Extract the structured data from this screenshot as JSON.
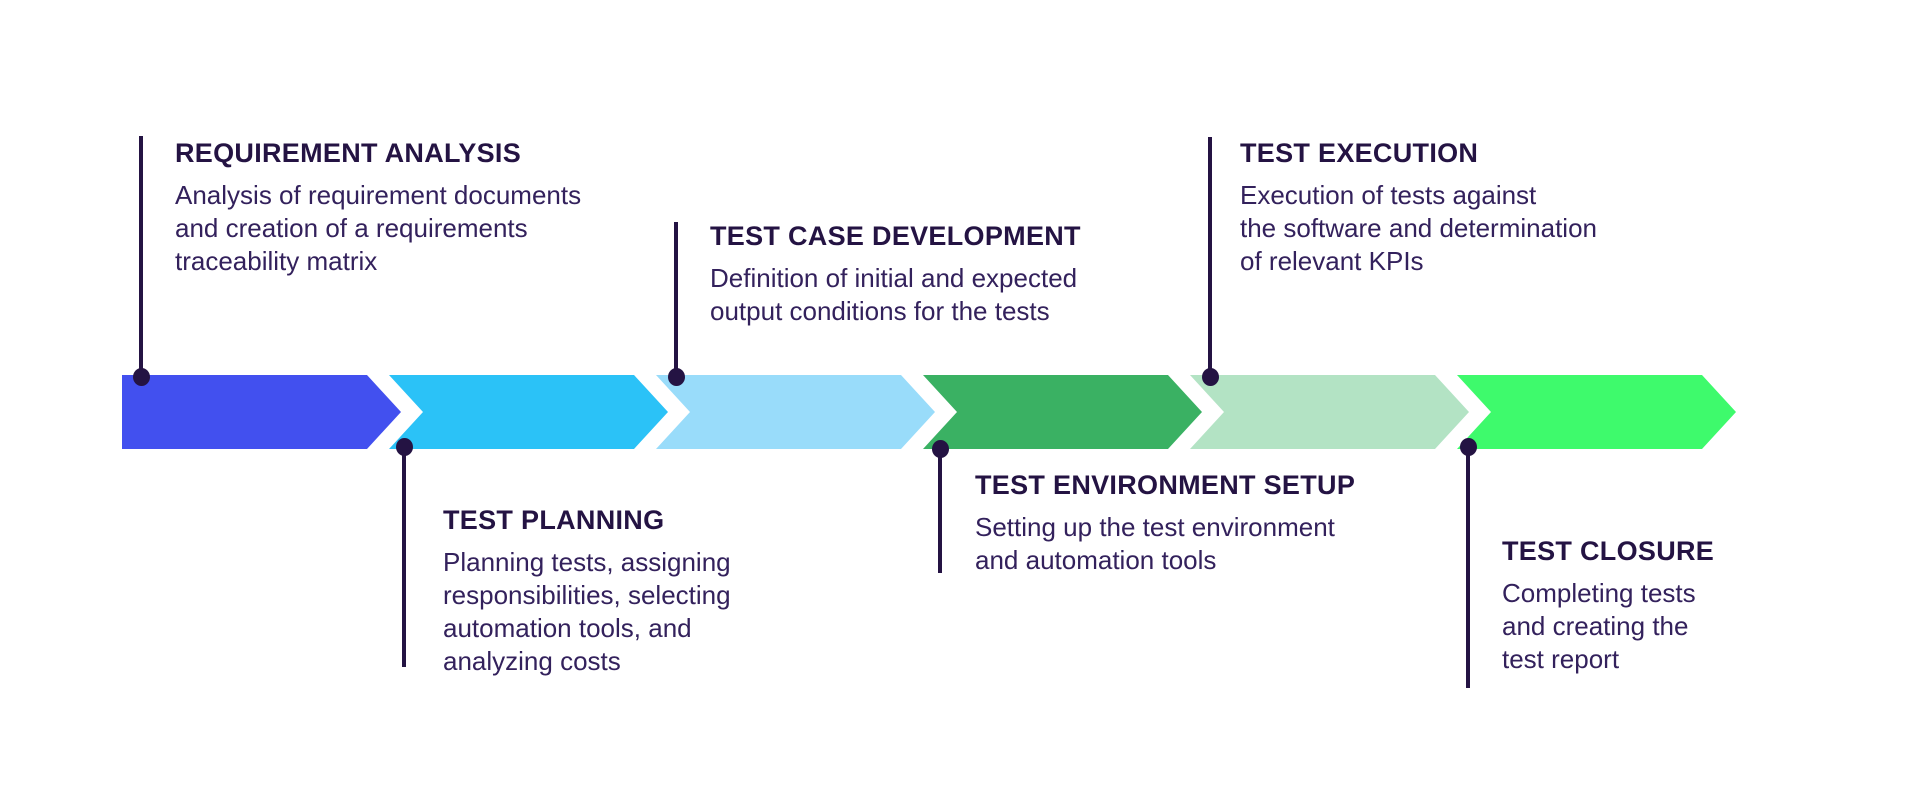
{
  "diagram": {
    "name": "Software Testing Life Cycle process arrows",
    "background_color": "#ffffff",
    "title_color": "#241343",
    "description_color": "#33215c",
    "connector_color": "#241343",
    "phases": [
      {
        "title": "REQUIREMENT ANALYSIS",
        "description": "Analysis of requirement documents\nand creation of a requirements\ntraceability matrix",
        "color": "#4250ef",
        "label_position": "top"
      },
      {
        "title": "TEST PLANNING",
        "description": "Planning tests, assigning\nresponsibilities, selecting\nautomation tools, and\nanalyzing costs",
        "color": "#2bc2f7",
        "label_position": "bottom"
      },
      {
        "title": "TEST CASE DEVELOPMENT",
        "description": "Definition of initial and expected\noutput conditions for the tests",
        "color": "#99dcfa",
        "label_position": "top"
      },
      {
        "title": "TEST ENVIRONMENT SETUP",
        "description": "Setting up the test environment\nand automation tools",
        "color": "#3ab163",
        "label_position": "bottom"
      },
      {
        "title": "TEST EXECUTION",
        "description": "Execution of tests against\nthe software and determination\nof relevant KPIs",
        "color": "#b3e3c4",
        "label_position": "top"
      },
      {
        "title": "TEST CLOSURE",
        "description": "Completing tests\nand creating the\ntest report",
        "color": "#3efa6c",
        "label_position": "bottom"
      }
    ]
  }
}
